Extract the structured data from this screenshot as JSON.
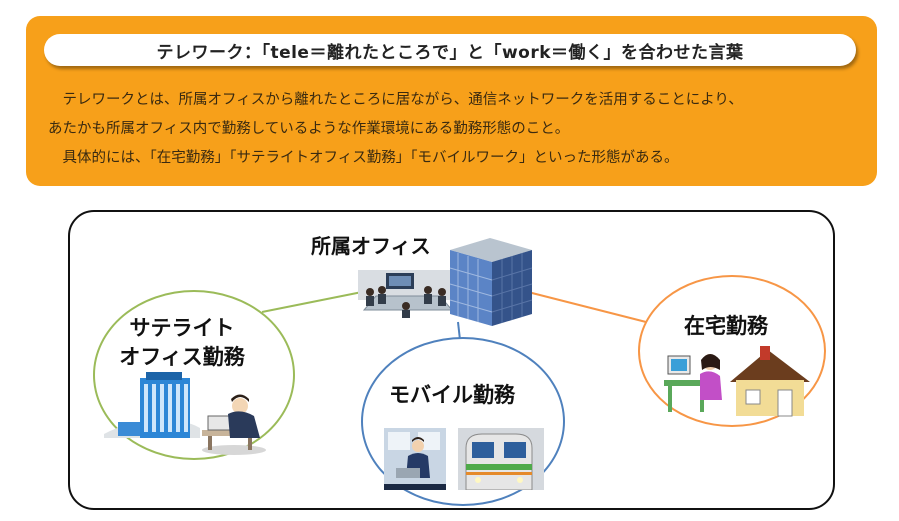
{
  "definition": {
    "title": "テレワーク：「tele＝離れたところで」と「work＝働く」を合わせた言葉",
    "line1": "テレワークとは、所属オフィスから離れたところに居ながら、通信ネットワークを活用することにより、",
    "line2": "あたかも所属オフィス内で勤務しているような作業環境にある勤務形態のこと。",
    "line3": "具体的には、「在宅勤務」「サテライトオフィス勤務」「モバイルワーク」といった形態がある。"
  },
  "diagram": {
    "office_label": "所属オフィス",
    "satellite_label_line1": "サテライト",
    "satellite_label_line2": "オフィス勤務",
    "mobile_label": "モバイル勤務",
    "home_label": "在宅勤務"
  },
  "colors": {
    "card": "#f7a01a",
    "satellite": "#9bbb59",
    "mobile": "#4f81bd",
    "home": "#f79646"
  }
}
